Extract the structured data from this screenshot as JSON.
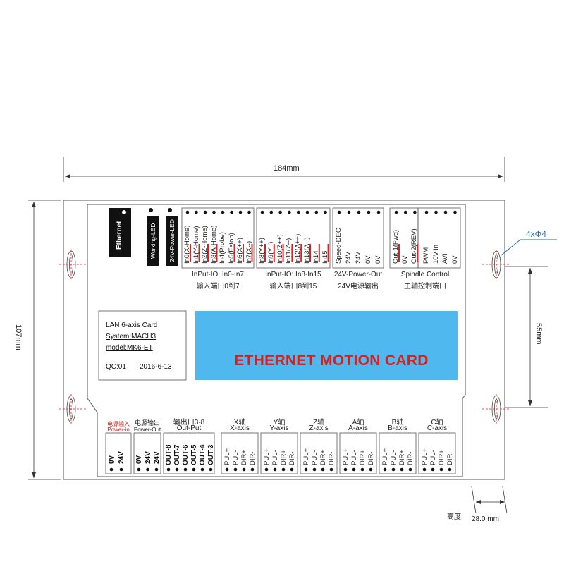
{
  "dimensions": {
    "width": "184mm",
    "height": "107mm",
    "hole_spacing": "55mm",
    "holes": "4xΦ4",
    "thickness_label": "高度:",
    "thickness": "28.0 mm"
  },
  "leds": {
    "ethernet": "Ethernet",
    "working": "Working-LED",
    "power": "24V-Power-LED"
  },
  "input_low": {
    "pins": [
      "In0(X-Home)",
      "In1(Y-Home)",
      "In2(Z-Home)",
      "In3(A-Home)",
      "In4(Probe)",
      "In5(Estop)",
      "In6(X++)",
      "In7(X--)"
    ],
    "caption": "InPut-IO: In0-In7",
    "caption_cn": "输入端口0到7"
  },
  "input_high": {
    "pins": [
      "In8(Y++)",
      "In9(Y--)",
      "In10(Z++)",
      "In11(Z--)",
      "In12(A++)",
      "In13(A--)",
      "In14",
      "In15"
    ],
    "caption": "InPut-IO: In8-In15",
    "caption_cn": "输入端口8到15"
  },
  "power_out": {
    "pins": [
      "Speed-DEC",
      "24V",
      "24V",
      "0V",
      "0V"
    ],
    "caption": "24V-Power-Out",
    "caption_cn": "24V电源输出"
  },
  "spindle": {
    "pins": [
      "Out-1(Fwd)",
      "0V",
      "Out-2(REV)",
      "PWM",
      "10V-in",
      "AVI",
      "0V"
    ],
    "caption": "Spindle Control",
    "caption_cn": "主轴控制端口"
  },
  "info": {
    "line1": "LAN 6-axis Card",
    "line2": "System:MACH3",
    "line3": "model:MK6-ET",
    "qc": "QC:01",
    "date": "2016-6-13"
  },
  "banner": "ETHERNET MOTION CARD",
  "bottom": {
    "power_in_cn": "电源输入",
    "power_in": "Power-in",
    "power_in_pins": [
      "0V",
      "24V"
    ],
    "power_out_cn": "电源输出",
    "power_out": "Power-Out",
    "power_out_pins": [
      "0V",
      "24V",
      "24V"
    ],
    "outputs_cn": "输出口3-8",
    "outputs": "Out-Put",
    "output_pins": [
      "OUT-8",
      "OUT-7",
      "OUT-6",
      "OUT-5",
      "OUT-4",
      "OUT-3"
    ],
    "axes": [
      {
        "cn": "X轴",
        "en": "X-axis"
      },
      {
        "cn": "Y轴",
        "en": "Y-axis"
      },
      {
        "cn": "Z轴",
        "en": "Z-axis"
      },
      {
        "cn": "A轴",
        "en": "A-axis"
      },
      {
        "cn": "B轴",
        "en": "B-axis"
      },
      {
        "cn": "C轴",
        "en": "C-axis"
      }
    ],
    "axis_pins": [
      "PUL+",
      "PUL-",
      "DIR+",
      "DIR-"
    ]
  },
  "colors": {
    "banner_bg": "#4fb8ef",
    "banner_text": "#d62020",
    "red_mark": "#e02020",
    "dim_line": "#2a6aa8"
  }
}
